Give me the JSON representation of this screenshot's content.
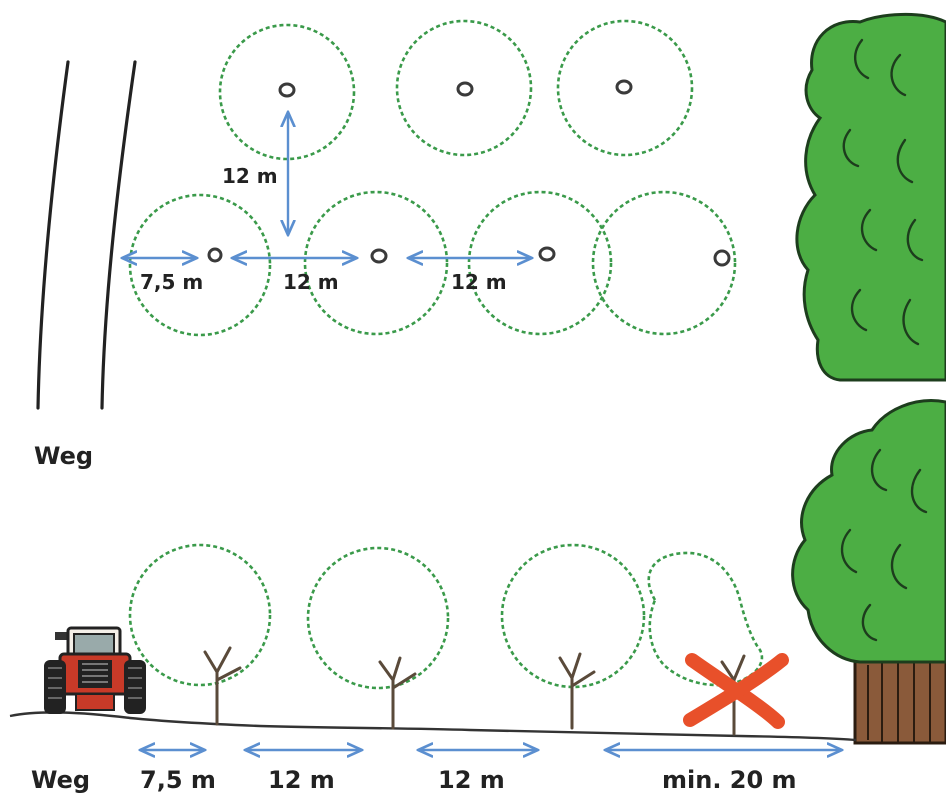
{
  "labels": {
    "top_vertical": "12 m",
    "top_edge": "7,5 m",
    "top_spacing_1": "12 m",
    "top_spacing_2": "12 m",
    "weg_top": "Weg",
    "weg_bottom": "Weg",
    "bottom_edge": "7,5 m",
    "bottom_spacing_1": "12 m",
    "bottom_spacing_2": "12 m",
    "bottom_forest": "min. 20 m"
  },
  "colors": {
    "crown_outline": "#3a9a4a",
    "dimension_arrow": "#5b8fd0",
    "forest": "#4cae44",
    "excluded_mark": "#e8502a",
    "tractor": "#c83a28"
  },
  "icons": {
    "tractor": "tractor-icon",
    "excluded": "red-x-icon"
  }
}
